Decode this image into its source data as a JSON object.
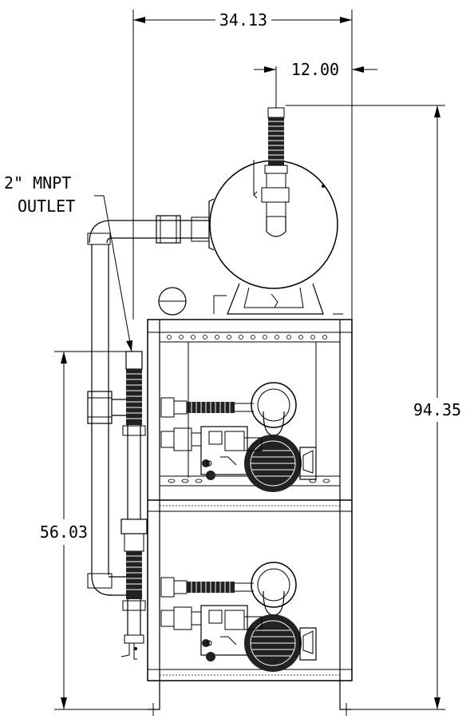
{
  "dimensions": {
    "overall_width": "34.13",
    "outlet_offset": "12.00",
    "overall_height": "94.35",
    "lower_height": "56.03"
  },
  "callout": {
    "line1": "2\" MNPT",
    "line2": "OUTLET"
  },
  "colors": {
    "line": "#000000",
    "fill": "#ffffff",
    "dark": "#222222"
  }
}
